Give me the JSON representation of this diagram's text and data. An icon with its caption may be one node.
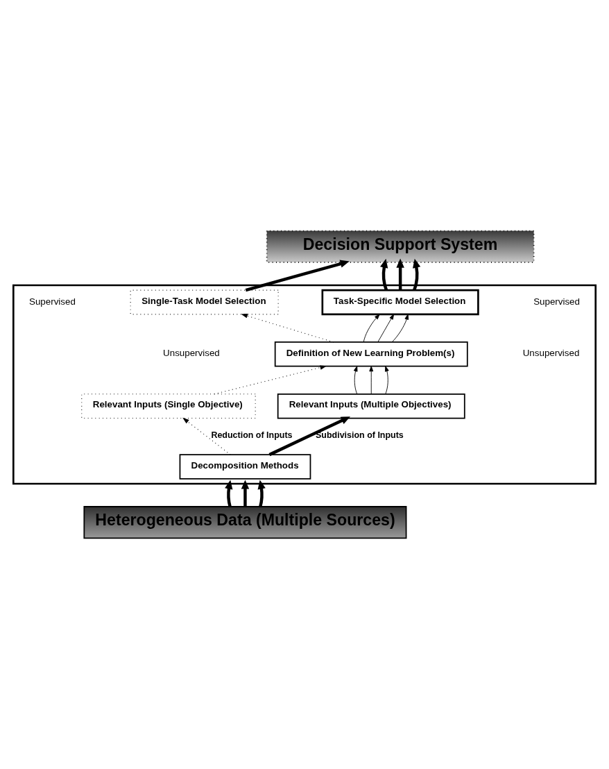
{
  "diagram": {
    "nodes": [
      {
        "text": [
          "Decision Support System"
        ]
      },
      {
        "text": [],
        "shape": "box"
      },
      {
        "text": [
          "Single-Task Model Selection"
        ],
        "in": 1
      },
      {
        "text": [
          "Task-Specific Model Selection"
        ],
        "in": 1
      },
      {
        "text": [
          "Definition of New Learning Problem(s)"
        ],
        "in": 1
      },
      {
        "text": [
          "Relevant Inputs (Single Objective)"
        ],
        "in": 1
      },
      {
        "text": [
          "Relevant Inputs (Multiple Objectives)"
        ],
        "in": 1
      },
      {
        "text": [
          "Decomposition Methods"
        ],
        "in": 1
      },
      {
        "text": [
          "Heterogeneous Data (Multiple Sources)"
        ]
      }
    ],
    "edges": [
      {
        "from": 8,
        "to": 1,
        "arrow": "to",
        "style": "thick"
      },
      {
        "from": 8,
        "to": 1,
        "arrow": "to",
        "style": "thick"
      },
      {
        "from": 8,
        "to": 1,
        "arrow": "to",
        "style": "thick"
      },
      {
        "from": 7,
        "to": 5,
        "arrow": "to",
        "style": "dashed",
        "label": "Reduction of Inputs"
      },
      {
        "from": 7,
        "to": 6,
        "arrow": "to",
        "style": "thick",
        "label": "Subdivision of Inputs"
      },
      {
        "from": 5,
        "to": 4,
        "arrow": "to",
        "style": "dashed"
      },
      {
        "from": 6,
        "to": 4,
        "arrow": "to"
      },
      {
        "from": 6,
        "to": 4,
        "arrow": "to"
      },
      {
        "from": 6,
        "to": 4,
        "arrow": "to"
      },
      {
        "from": 4,
        "to": 2,
        "arrow": "to",
        "style": "dashed"
      },
      {
        "from": 4,
        "to": 3,
        "arrow": "to"
      },
      {
        "from": 4,
        "to": 3,
        "arrow": "to"
      },
      {
        "from": 4,
        "to": 3,
        "arrow": "to"
      },
      {
        "from": 2,
        "to": 0,
        "arrow": "to",
        "style": "thick"
      },
      {
        "from": 3,
        "to": 0,
        "arrow": "to",
        "style": "thick"
      },
      {
        "from": 3,
        "to": 0,
        "arrow": "to",
        "style": "thick"
      },
      {
        "from": 3,
        "to": 0,
        "arrow": "to",
        "style": "thick"
      }
    ],
    "labels": [
      "Supervised",
      "Supervised",
      "Unsupervised",
      "Unsupervised"
    ]
  }
}
